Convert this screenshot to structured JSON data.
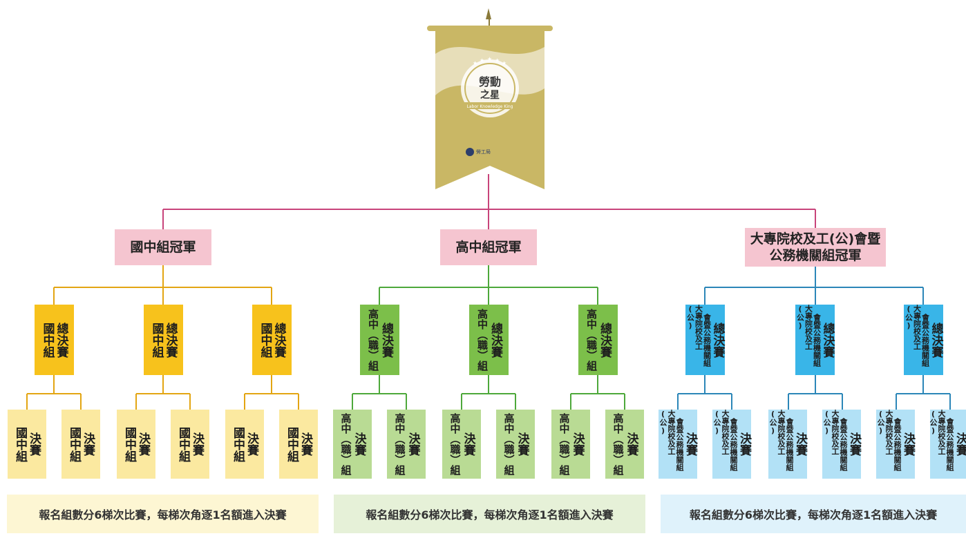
{
  "banner": {
    "title_line1": "勞動",
    "title_line2": "之星",
    "subtitle": "Labor Knowledge King",
    "org": "勞工局",
    "colors": {
      "gold": "#c9b765",
      "dark": "#8a7a3a"
    }
  },
  "champions": [
    {
      "label": "國中組冠軍"
    },
    {
      "label": "高中組冠軍"
    },
    {
      "label_line1": "大專院校及工(公)會暨",
      "label_line2": "公務機關組冠軍"
    }
  ],
  "groups": {
    "junior_high": {
      "final_left": "總決賽",
      "final_right": "國中組",
      "semi_left": "決賽",
      "semi_right": "國中組",
      "footer": "報名組數分6梯次比賽，每梯次角逐1名額進入決賽"
    },
    "high_school": {
      "final_left": "總決賽",
      "final_right": "高中（職）組",
      "semi_left": "決賽",
      "semi_right": "高中（職）組",
      "footer": "報名組數分6梯次比賽，每梯次角逐1名額進入決賽"
    },
    "university": {
      "final_left": "總決賽",
      "final_right_a": "大專院校及工(公)",
      "final_right_b": "會暨公務機關組",
      "semi_left": "決賽",
      "semi_right_a": "大專院校及工(公)",
      "semi_right_b": "會暨公務機關組",
      "footer": "報名組數分6梯次比賽，每梯次角逐1名額進入決賽"
    }
  },
  "colors": {
    "root_line": "#c8437a",
    "junior_high": "#e3a512",
    "high_school": "#4da83a",
    "university": "#2b86b8",
    "champion_fill": "#f5c5d0"
  }
}
